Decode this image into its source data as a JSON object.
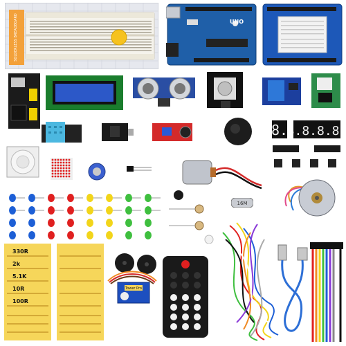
{
  "breadboard": {
    "text": "SOLDERLESS BREADBOARD"
  },
  "uno_board": {
    "text": "UNO"
  },
  "resistor_labels": [
    "330R",
    "2k",
    "5.1K",
    "10R",
    "100R"
  ],
  "crystal": {
    "text": "16M"
  },
  "servo": {
    "text": "Tower Pro"
  },
  "seven_segment_single": {
    "text": "8."
  },
  "seven_segment_quad": {
    "text": "8.8.8.8."
  },
  "colors": {
    "board_blue": "#1f5fa8",
    "lcd_green": "#1a7d2d",
    "sensor_blue": "#2a4ea3",
    "led_red": "#e02020",
    "led_yellow": "#f2d51a",
    "led_green": "#3fbf3f",
    "led_blue": "#1d5fd6",
    "servo_blue": "#1d4fbf",
    "usb_cable": "#2d6fd6",
    "resistor_strip": "#f6d65a"
  }
}
